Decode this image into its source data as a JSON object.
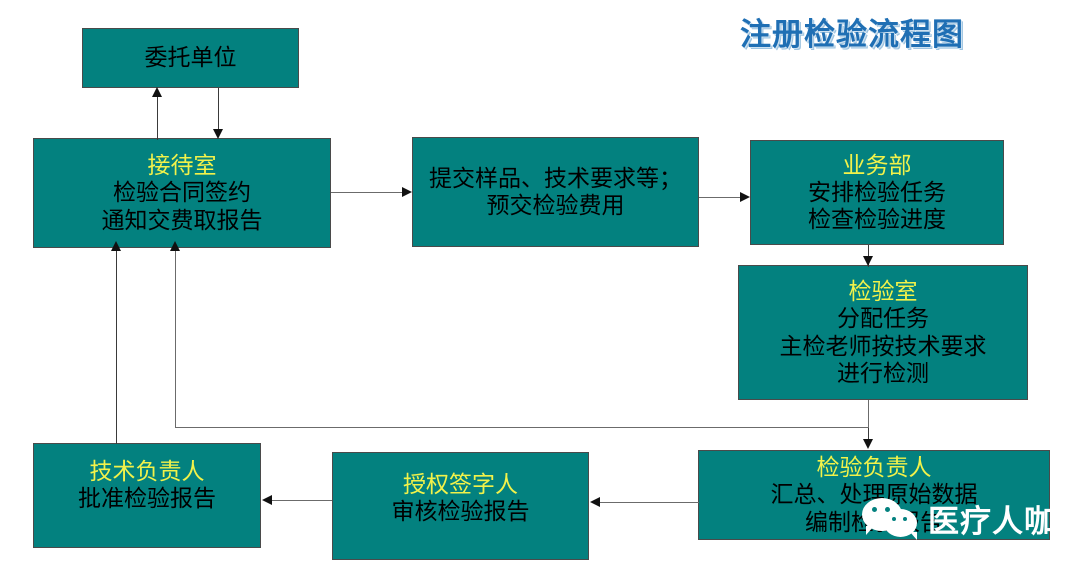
{
  "title": {
    "text": "注册检验流程图",
    "color": "#1f6fb4"
  },
  "theme": {
    "box_fill": "#03817f",
    "box_border": "#4a4a4a",
    "header_text": "#f2f24a",
    "body_text": "#000000",
    "connector": "#6b6b6b",
    "canvas": "#ffffff"
  },
  "nodes": [
    {
      "id": "client",
      "name": "委托单位",
      "header": "",
      "lines": [
        "委托单位"
      ]
    },
    {
      "id": "reception",
      "name": "接待室",
      "header": "接待室",
      "lines": [
        "检验合同签约",
        "通知交费取报告"
      ]
    },
    {
      "id": "submission",
      "name": "提交样品",
      "header": "",
      "lines": [
        "提交样品、技术要求等；",
        "预交检验费用"
      ]
    },
    {
      "id": "business",
      "name": "业务部",
      "header": "业务部",
      "lines": [
        "安排检验任务",
        "检查检验进度"
      ]
    },
    {
      "id": "lab",
      "name": "检验室",
      "header": "检验室",
      "lines": [
        "分配任务",
        "主检老师按技术要求",
        "进行检测"
      ]
    },
    {
      "id": "inspector",
      "name": "检验负责人",
      "header": "检验负责人",
      "lines": [
        "汇总、处理原始数据",
        "编制检验报告"
      ]
    },
    {
      "id": "signer",
      "name": "授权签字人",
      "header": "授权签字人",
      "lines": [
        "审核检验报告"
      ]
    },
    {
      "id": "techlead",
      "name": "技术负责人",
      "header": "技术负责人",
      "lines": [
        "批准检验报告"
      ]
    }
  ],
  "watermark": {
    "text": "医疗人咖啡",
    "icon": "wechat-logo",
    "color": "#ffffff"
  }
}
